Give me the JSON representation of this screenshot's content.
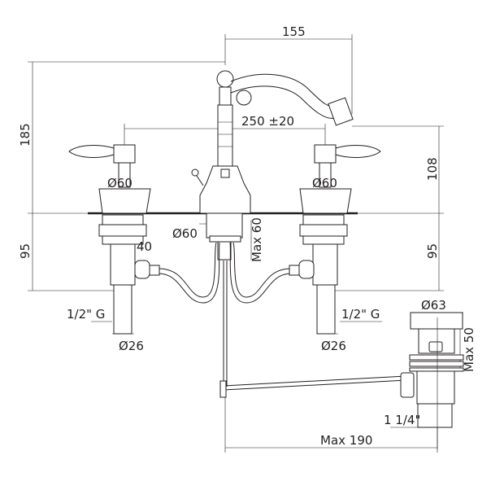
{
  "dimensions": {
    "spout_reach": "155",
    "total_height": "185",
    "centers": "250 ±20",
    "handle_height": "108",
    "below_left": "95",
    "below_right": "95",
    "handle_base_left": "Ø60",
    "handle_base_right": "Ø60",
    "spout_base": "Ø60",
    "spout_shank": "Max 60",
    "inlet_offset": "40",
    "inlet_thread_left": "1/2\" G",
    "inlet_thread_right": "1/2\" G",
    "inlet_diameter_left": "Ø26",
    "inlet_diameter_right": "Ø26",
    "drain_flange": "Ø63",
    "drain_height": "Max 50",
    "drain_thread": "1 1/4\"",
    "rod_length": "Max 190"
  }
}
